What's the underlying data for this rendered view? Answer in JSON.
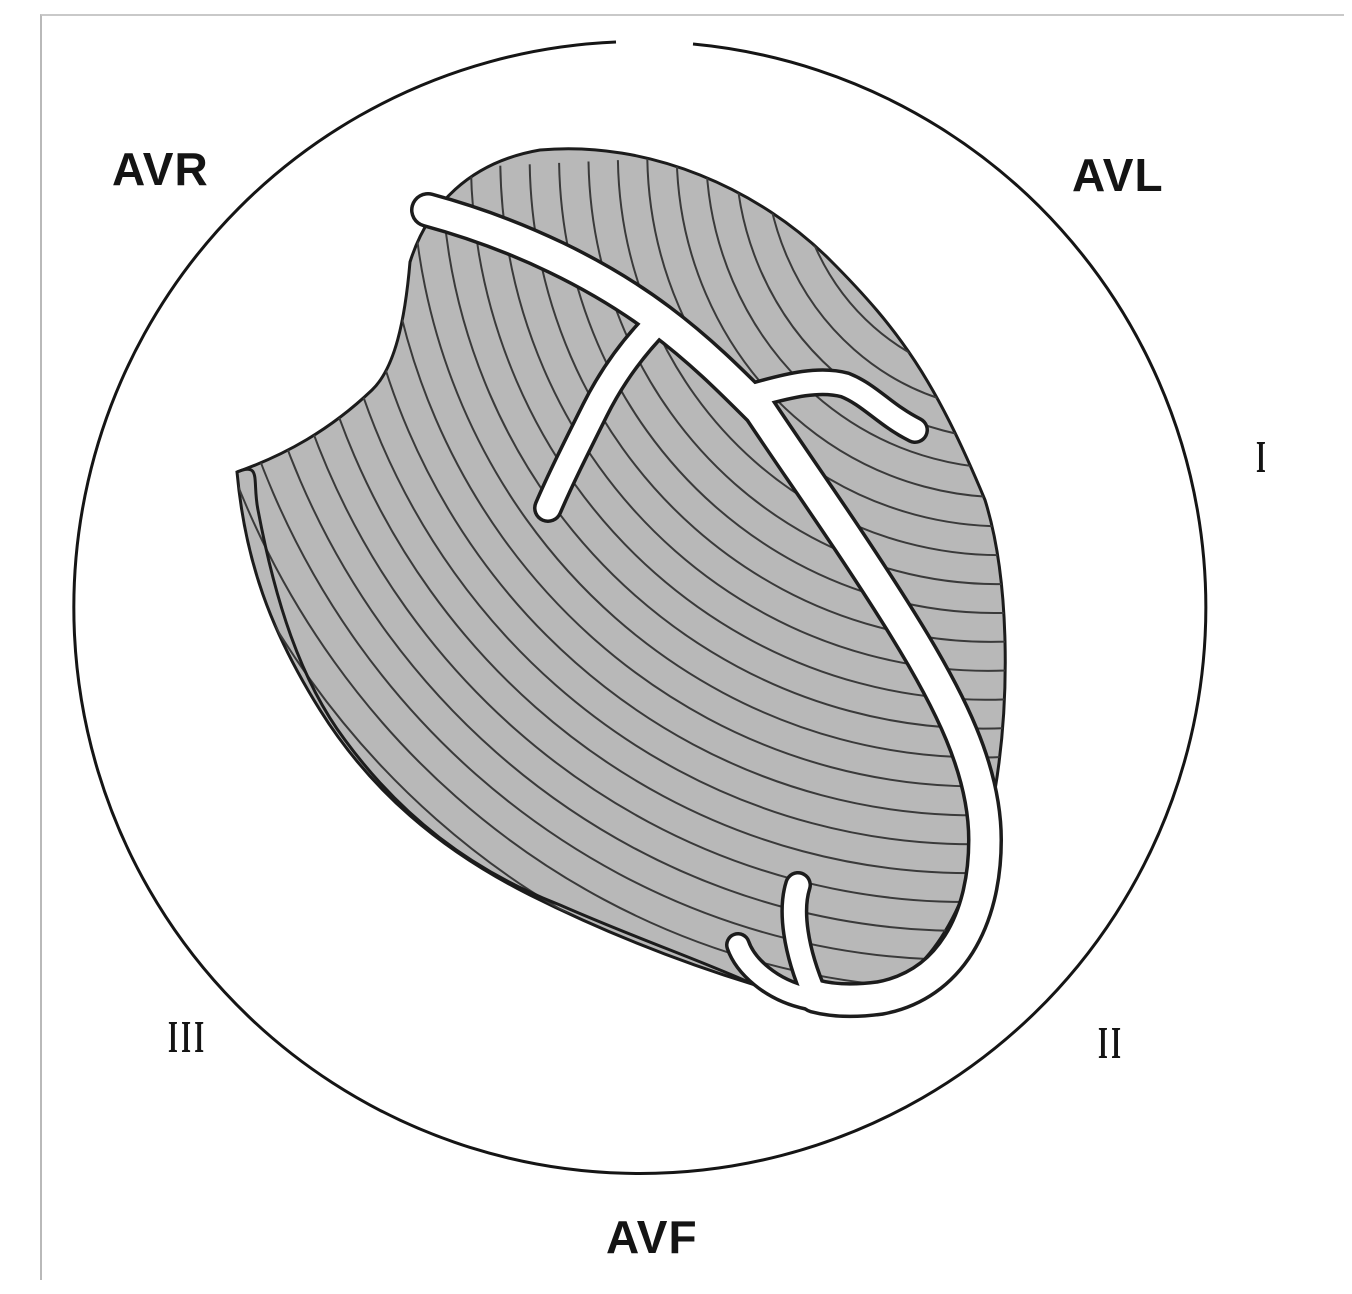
{
  "leads": {
    "avr": "AVR",
    "avl": "AVL",
    "i": "I",
    "ii": "II",
    "iii": "III",
    "avf": "AVF"
  },
  "colors": {
    "muscle": "#b8b8b8",
    "fiber": "#3a3a3a",
    "outline": "#1c1c1c",
    "artery": "#ffffff"
  }
}
